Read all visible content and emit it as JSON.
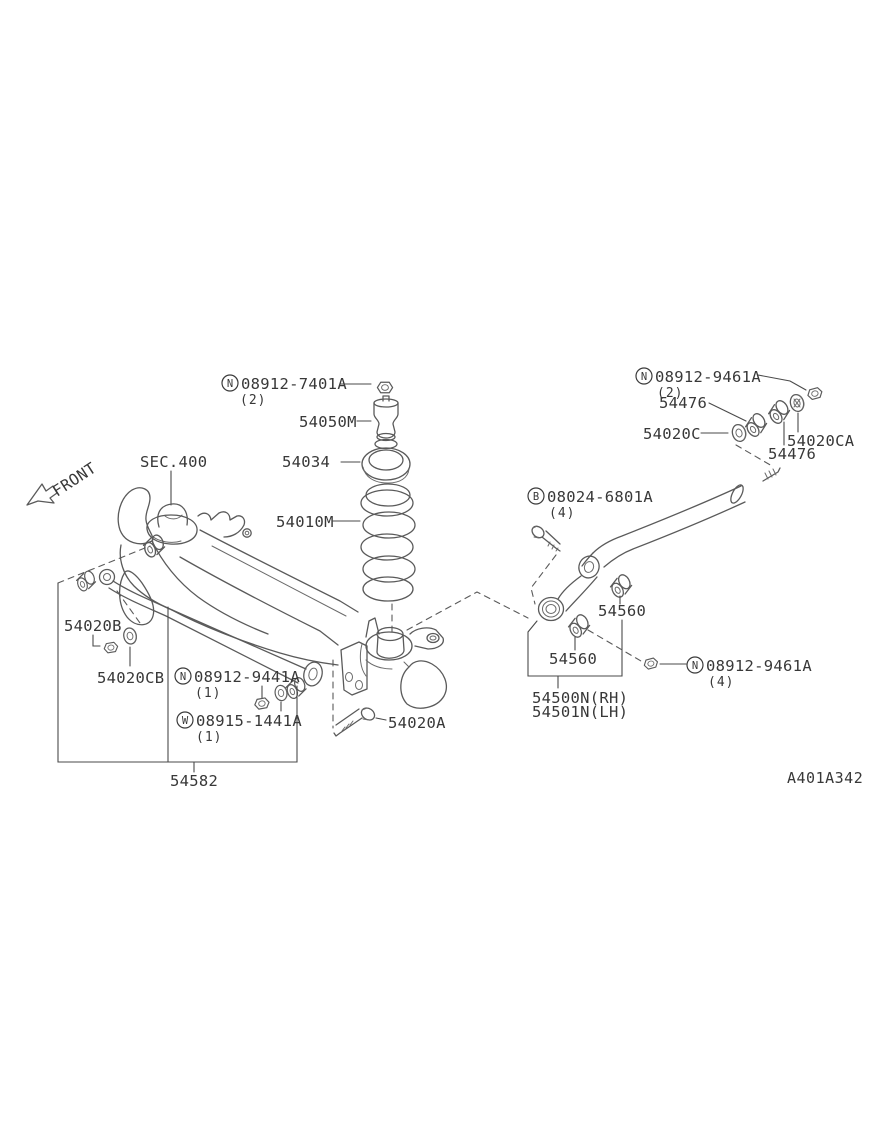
{
  "page": {
    "background": "#ffffff",
    "line_color": "#5a5a5a",
    "text_color": "#383838"
  },
  "diagram": {
    "code": "A401A342",
    "orientation_label": "FRONT",
    "section_ref": "SEC.400",
    "callouts": {
      "top_nut": {
        "prefix": "N",
        "part": "08912-7401A",
        "qty": "(2)"
      },
      "bump_stop": "54050M",
      "spring_seat": "54034",
      "coil_spring": "54010M",
      "axle_nut_b": "54020B",
      "axle_washer_cb": "54020CB",
      "rod_nut": {
        "prefix": "N",
        "part": "08912-9441A",
        "qty": "(1)"
      },
      "rod_washer": {
        "prefix": "W",
        "part": "08915-1441A",
        "qty": "(1)"
      },
      "bracket_bolt": "54020A",
      "track_rod": "54582",
      "bolt_b": {
        "prefix": "B",
        "part": "08024-6801A",
        "qty": "(4)"
      },
      "bushing_upper": "54560",
      "bushing_lower": "54560",
      "tension_rod_rh": "54500N(RH)",
      "tension_rod_lh": "54501N(LH)",
      "nut_9461_rear": {
        "prefix": "N",
        "part": "08912-9461A",
        "qty": "(4)"
      },
      "nut_9461_front": {
        "prefix": "N",
        "part": "08912-9461A",
        "qty": "(2)"
      },
      "washer_54476_a": "54476",
      "washer_54476_b": "54476",
      "washer_54020c": "54020C",
      "washer_54020ca": "54020CA"
    }
  }
}
